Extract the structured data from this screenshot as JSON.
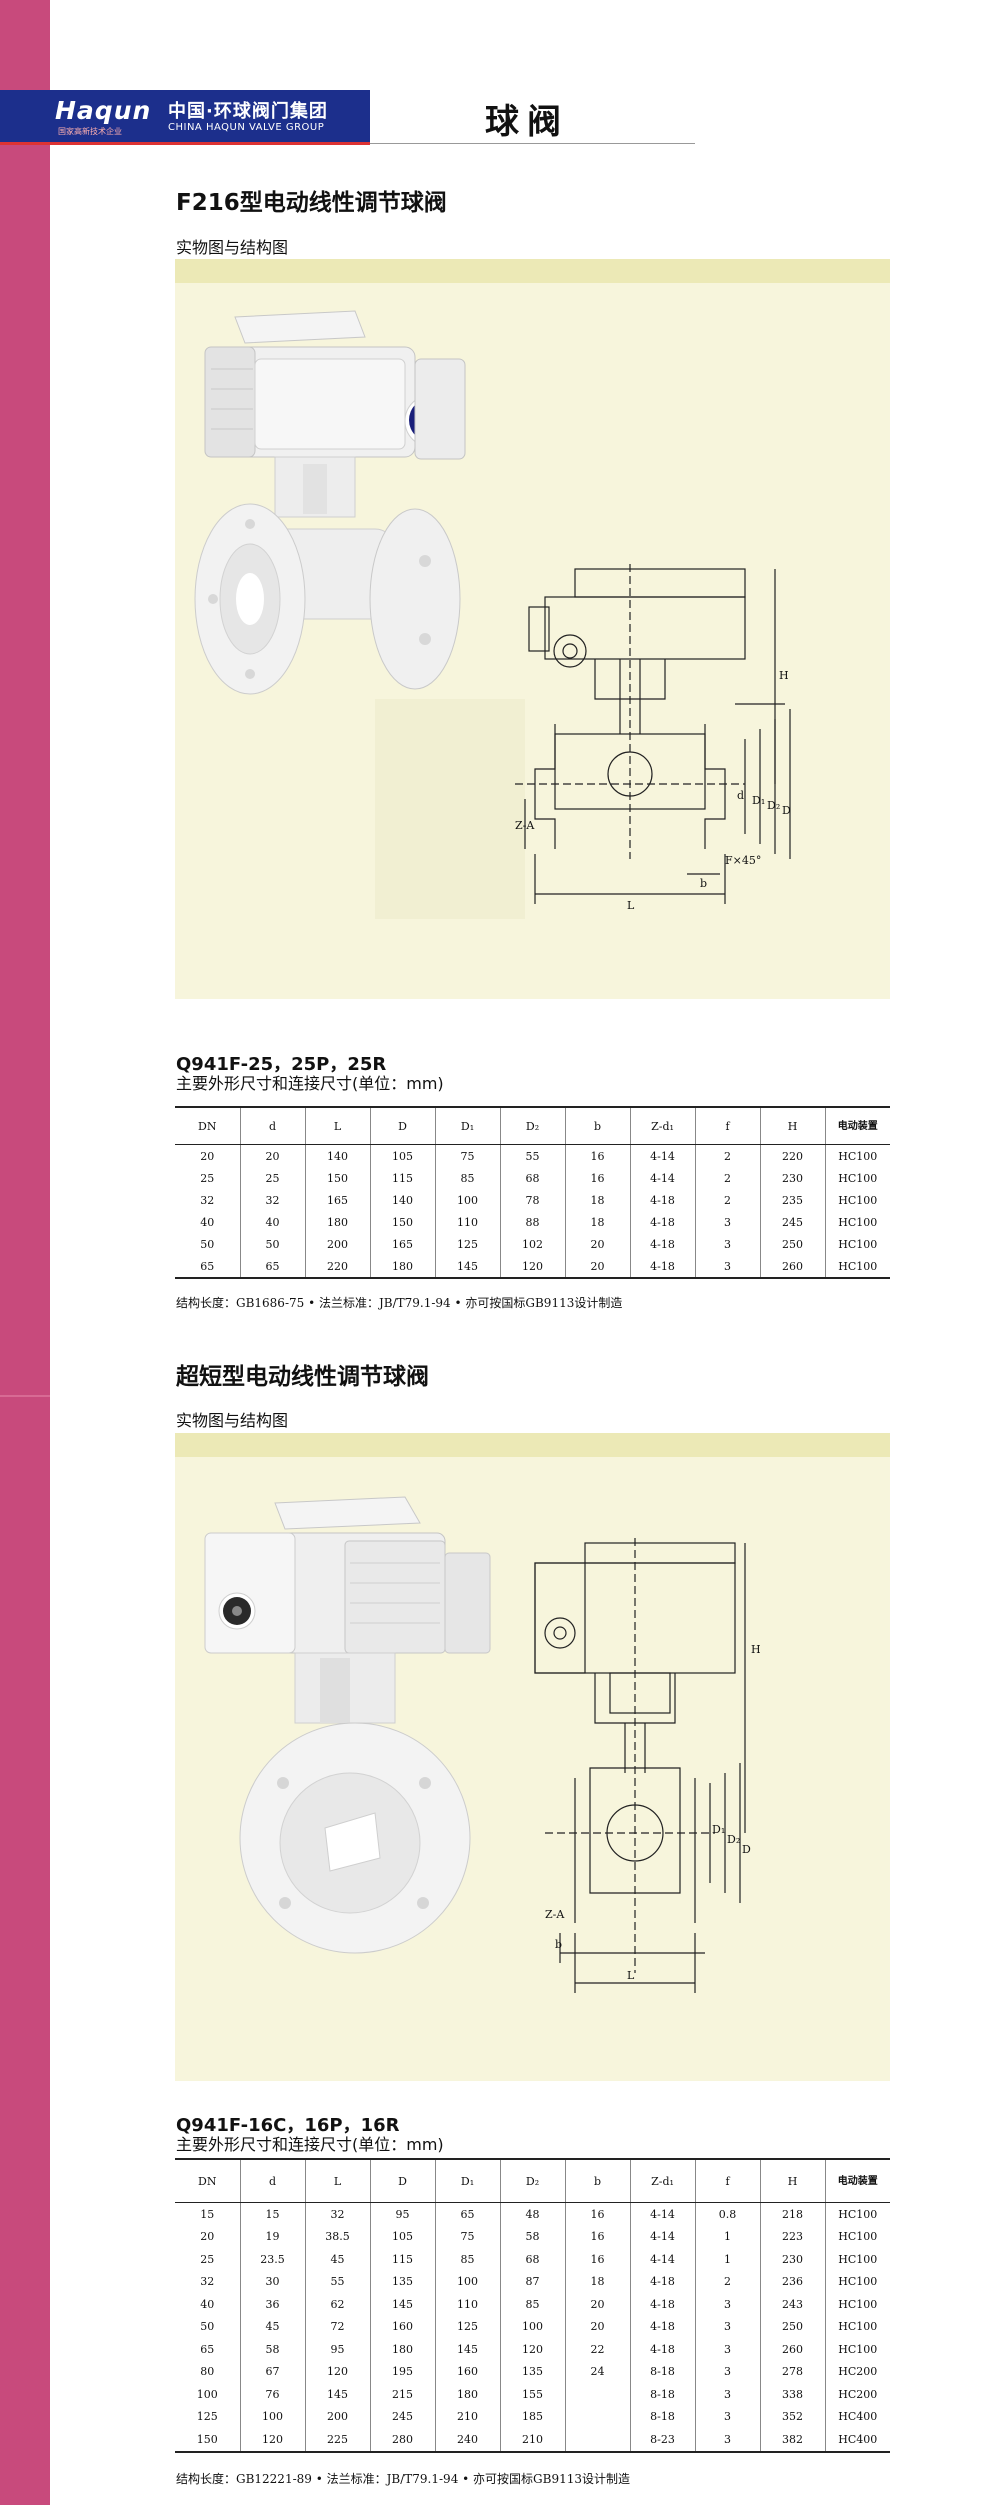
{
  "header": {
    "logo_word": "Haqun",
    "logo_slogan": "国家高新技术企业",
    "company_cn": "中国·环球阀门集团",
    "company_en": "CHINA HAQUN VALVE GROUP",
    "page_title": "球阀"
  },
  "section1": {
    "title": "F216型电动线性调节球阀",
    "subtitle": "实物图与结构图",
    "drawing_labels": [
      "H",
      "d",
      "D₁",
      "D₂",
      "D",
      "Z-A",
      "F×45°",
      "b",
      "L"
    ],
    "model": "Q941F-25，25P，25R",
    "model_sub": "主要外形尺寸和连接尺寸(单位：mm)",
    "columns": [
      "DN",
      "d",
      "L",
      "D",
      "D₁",
      "D₂",
      "b",
      "Z-d₁",
      "f",
      "H",
      "电动装置"
    ],
    "rows": [
      [
        "20",
        "20",
        "140",
        "105",
        "75",
        "55",
        "16",
        "4-14",
        "2",
        "220",
        "HC100"
      ],
      [
        "25",
        "25",
        "150",
        "115",
        "85",
        "68",
        "16",
        "4-14",
        "2",
        "230",
        "HC100"
      ],
      [
        "32",
        "32",
        "165",
        "140",
        "100",
        "78",
        "18",
        "4-18",
        "2",
        "235",
        "HC100"
      ],
      [
        "40",
        "40",
        "180",
        "150",
        "110",
        "88",
        "18",
        "4-18",
        "3",
        "245",
        "HC100"
      ],
      [
        "50",
        "50",
        "200",
        "165",
        "125",
        "102",
        "20",
        "4-18",
        "3",
        "250",
        "HC100"
      ],
      [
        "65",
        "65",
        "220",
        "180",
        "145",
        "120",
        "20",
        "4-18",
        "3",
        "260",
        "HC100"
      ]
    ],
    "note": "结构长度：GB1686-75 • 法兰标准：JB/T79.1-94 • 亦可按国标GB9113设计制造"
  },
  "section2": {
    "title": "超短型电动线性调节球阀",
    "subtitle": "实物图与结构图",
    "drawing_labels": [
      "H",
      "D₁",
      "D₂",
      "D",
      "Z-A",
      "b",
      "L"
    ],
    "model": "Q941F-16C，16P，16R",
    "model_sub": "主要外形尺寸和连接尺寸(单位：mm)",
    "columns": [
      "DN",
      "d",
      "L",
      "D",
      "D₁",
      "D₂",
      "b",
      "Z-d₁",
      "f",
      "H",
      "电动装置"
    ],
    "rows": [
      [
        "15",
        "15",
        "32",
        "95",
        "65",
        "48",
        "16",
        "4-14",
        "0.8",
        "218",
        "HC100"
      ],
      [
        "20",
        "19",
        "38.5",
        "105",
        "75",
        "58",
        "16",
        "4-14",
        "1",
        "223",
        "HC100"
      ],
      [
        "25",
        "23.5",
        "45",
        "115",
        "85",
        "68",
        "16",
        "4-14",
        "1",
        "230",
        "HC100"
      ],
      [
        "32",
        "30",
        "55",
        "135",
        "100",
        "87",
        "18",
        "4-18",
        "2",
        "236",
        "HC100"
      ],
      [
        "40",
        "36",
        "62",
        "145",
        "110",
        "85",
        "20",
        "4-18",
        "3",
        "243",
        "HC100"
      ],
      [
        "50",
        "45",
        "72",
        "160",
        "125",
        "100",
        "20",
        "4-18",
        "3",
        "250",
        "HC100"
      ],
      [
        "65",
        "58",
        "95",
        "180",
        "145",
        "120",
        "22",
        "4-18",
        "3",
        "260",
        "HC100"
      ],
      [
        "80",
        "67",
        "120",
        "195",
        "160",
        "135",
        "24",
        "8-18",
        "3",
        "278",
        "HC200"
      ],
      [
        "100",
        "76",
        "145",
        "215",
        "180",
        "155",
        "",
        "8-18",
        "3",
        "338",
        "HC200"
      ],
      [
        "125",
        "100",
        "200",
        "245",
        "210",
        "185",
        "",
        "8-18",
        "3",
        "352",
        "HC400"
      ],
      [
        "150",
        "120",
        "225",
        "280",
        "240",
        "210",
        "",
        "8-23",
        "3",
        "382",
        "HC400"
      ]
    ],
    "note": "结构长度：GB12221-89 • 法兰标准：JB/T79.1-94 • 亦可按国标GB9113设计制造"
  },
  "colors": {
    "pink_bar": "#c84a7c",
    "logo_blue": "#1c2f8c",
    "panel_bg": "#f7f5dc",
    "panel_strip": "#ece9b6",
    "knob_blue": "#1a1f7a"
  }
}
